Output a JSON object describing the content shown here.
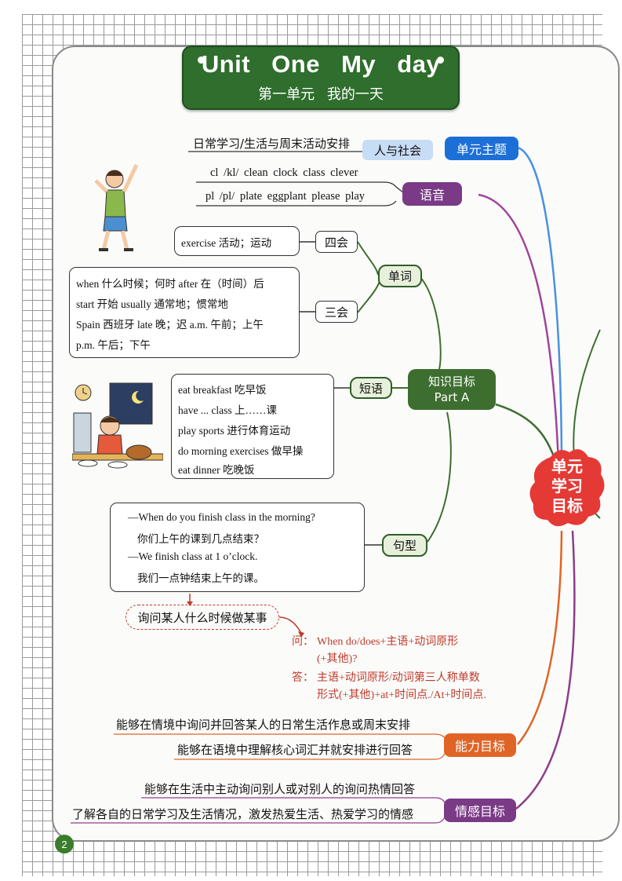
{
  "header": {
    "title_en": "Unit One   My day",
    "title_zh": "第一单元  我的一天"
  },
  "center_node": {
    "label_lines": [
      "单元",
      "学习",
      "目标"
    ]
  },
  "theme": {
    "label": "单元主题",
    "sub_label": "人与社会",
    "content": "日常学习/生活与周末活动安排"
  },
  "phonics": {
    "label": "语音",
    "lines": [
      "cl /kl/  clean  clock  class  clever",
      "pl /pl/  plate  eggplant  please  play"
    ]
  },
  "knowledge": {
    "label_lines": [
      "知识目标",
      "Part A"
    ],
    "words": {
      "label": "单词",
      "four_skill": {
        "label": "四会",
        "items": [
          "exercise 活动；运动"
        ]
      },
      "three_skill": {
        "label": "三会",
        "lines": [
          "when 什么时候；何时  after 在（时间）后",
          "start 开始  usually 通常地；惯常地",
          "Spain 西班牙  late 晚；迟  a.m. 午前；上午",
          "p.m. 午后；下午"
        ]
      }
    },
    "phrases": {
      "label": "短语",
      "lines": [
        "eat breakfast 吃早饭",
        "have ... class 上……课",
        "play sports 进行体育运动",
        "do morning exercises 做早操",
        "eat dinner 吃晚饭"
      ]
    },
    "sentences": {
      "label": "句型",
      "lines": [
        "—When do you finish class in the morning?",
        "你们上午的课到几点结束？",
        "—We finish class at 1 o’clock.",
        "我们一点钟结束上午的课。"
      ],
      "pattern": {
        "label": "询问某人什么时候做某事",
        "question_prefix": "问：",
        "question_lines": [
          "When do/does+主语+动词原形",
          "(+其他)?"
        ],
        "answer_prefix": "答：",
        "answer_lines": [
          "主语+动词原形/动词第三人称单数",
          "形式(+其他)+at+时间点./At+时间点."
        ]
      }
    }
  },
  "ability": {
    "label": "能力目标",
    "lines": [
      "能够在情境中询问并回答某人的日常生活作息或周末安排",
      "能够在语境中理解核心词汇并就安排进行回答"
    ]
  },
  "emotion": {
    "label": "情感目标",
    "lines": [
      "能够在生活中主动询问别人或对别人的询问热情回答",
      "了解各自的日常学习及生活情况，激发热爱生活、热爱学习的情感"
    ]
  },
  "page_number": "2",
  "colors": {
    "green": "#3d6e2f",
    "blue": "#1c6fd6",
    "purple": "#7a3a86",
    "orange": "#e06426",
    "red": "#e53935"
  }
}
